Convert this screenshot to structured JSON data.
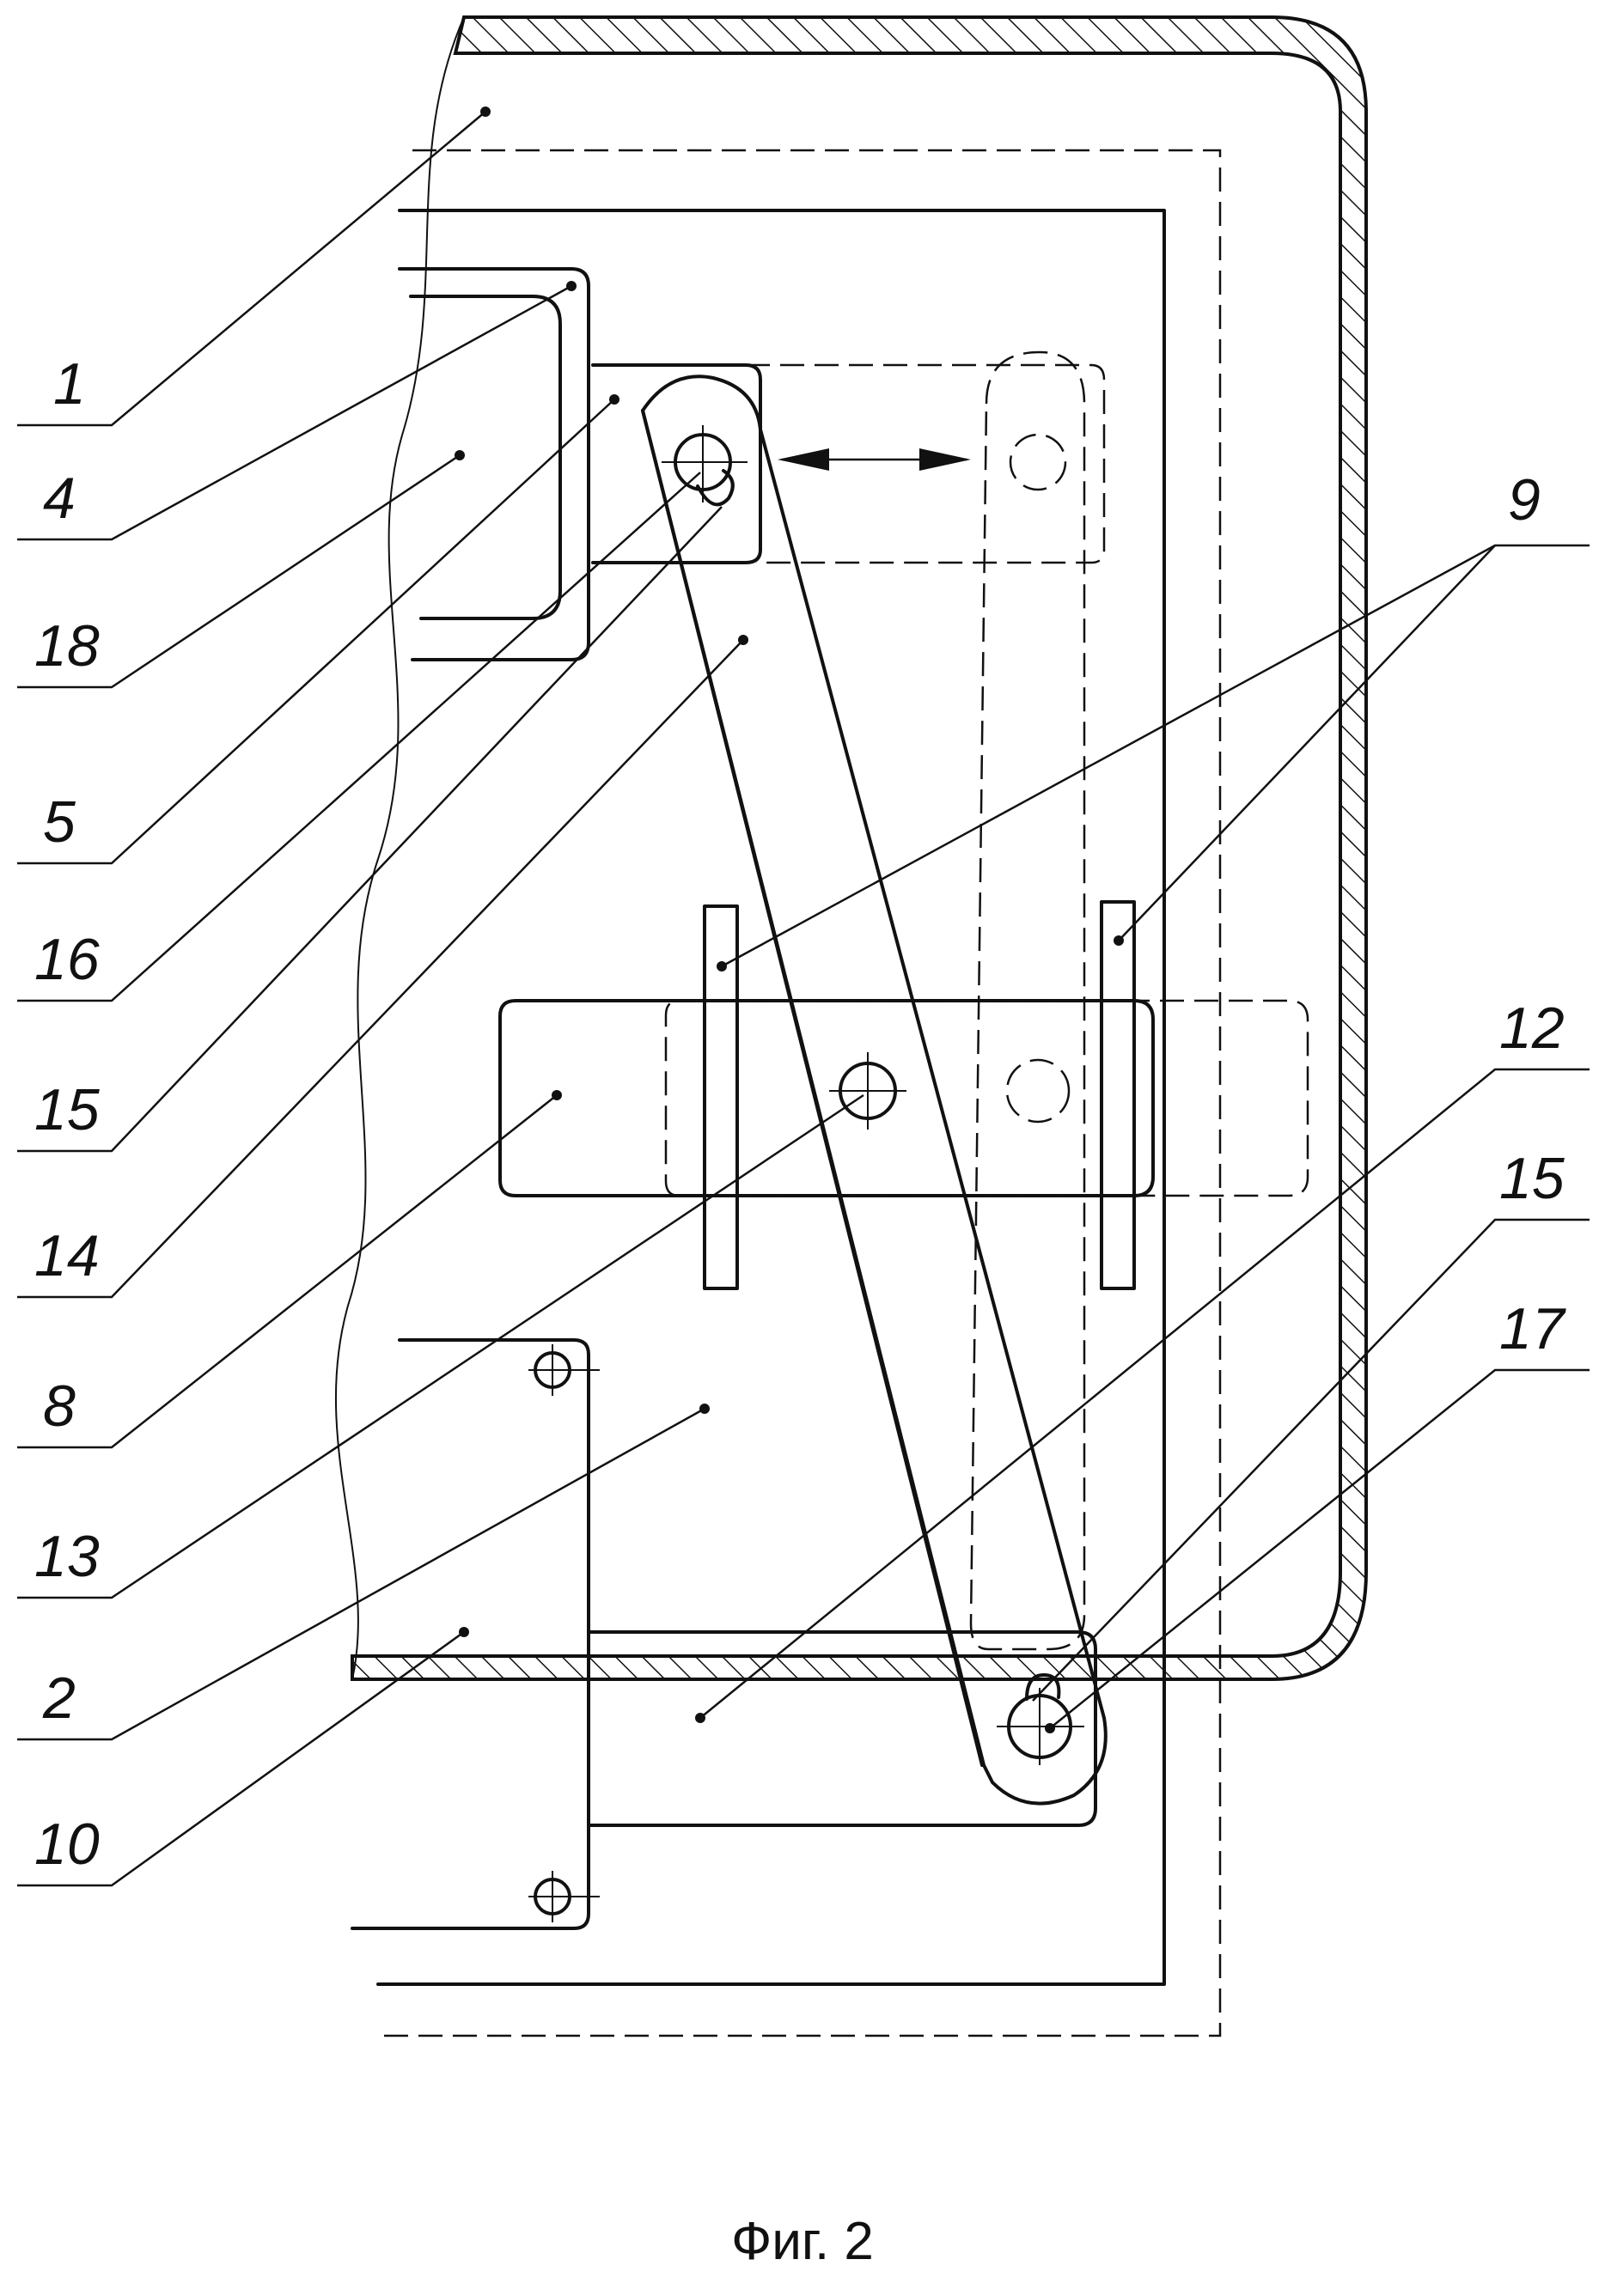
{
  "caption": "Фиг. 2",
  "labels": {
    "l1": "1",
    "l4": "4",
    "l18": "18",
    "l5": "5",
    "l16": "16",
    "l15a": "15",
    "l14": "14",
    "l8": "8",
    "l13": "13",
    "l2": "2",
    "l10": "10",
    "l9": "9",
    "l12": "12",
    "l15b": "15",
    "l17": "17"
  }
}
